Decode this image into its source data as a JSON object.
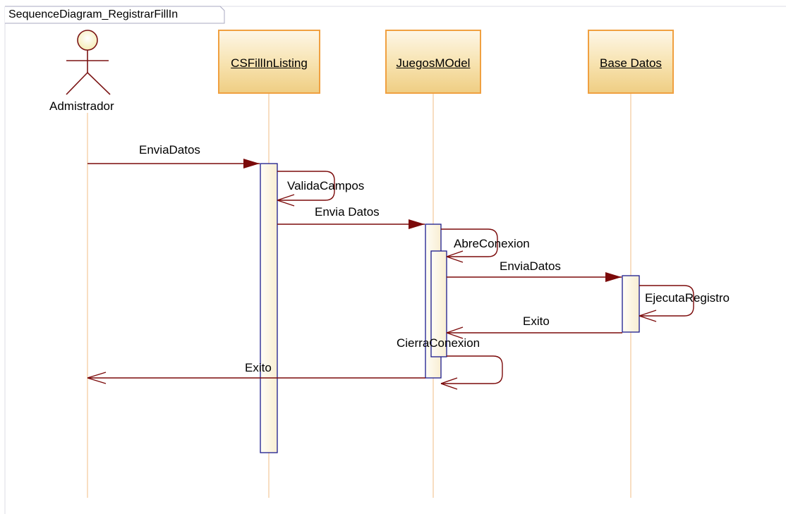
{
  "frame": {
    "title": "SequenceDiagram_RegistrarFillIn"
  },
  "actor": {
    "name": "Admistrador"
  },
  "lifelines": [
    {
      "name": "CSFillInListing"
    },
    {
      "name": "JuegosMOdel"
    },
    {
      "name": "Base Datos"
    }
  ],
  "messages": [
    {
      "label": "EnviaDatos",
      "from": "Admistrador",
      "to": "CSFillInListing",
      "kind": "call"
    },
    {
      "label": "ValidaCampos",
      "from": "CSFillInListing",
      "to": "CSFillInListing",
      "kind": "self"
    },
    {
      "label": "Envia Datos",
      "from": "CSFillInListing",
      "to": "JuegosMOdel",
      "kind": "call"
    },
    {
      "label": "AbreConexion",
      "from": "JuegosMOdel",
      "to": "JuegosMOdel",
      "kind": "self"
    },
    {
      "label": "EnviaDatos",
      "from": "JuegosMOdel",
      "to": "Base Datos",
      "kind": "call"
    },
    {
      "label": "EjecutaRegistro",
      "from": "Base Datos",
      "to": "Base Datos",
      "kind": "self"
    },
    {
      "label": "Exito",
      "from": "Base Datos",
      "to": "JuegosMOdel",
      "kind": "return"
    },
    {
      "label": "CierraConexion",
      "from": "JuegosMOdel",
      "to": "JuegosMOdel",
      "kind": "self"
    },
    {
      "label": "Exito",
      "from": "JuegosMOdel",
      "to": "Admistrador",
      "kind": "return"
    }
  ],
  "colors": {
    "message_line": "#7b0a0a",
    "lifeline": "#f2c79a",
    "activation_border": "#1a1a8c",
    "actor_stroke": "#7b1414",
    "box_border": "#f0a040",
    "frame": "#c8c8d8"
  }
}
